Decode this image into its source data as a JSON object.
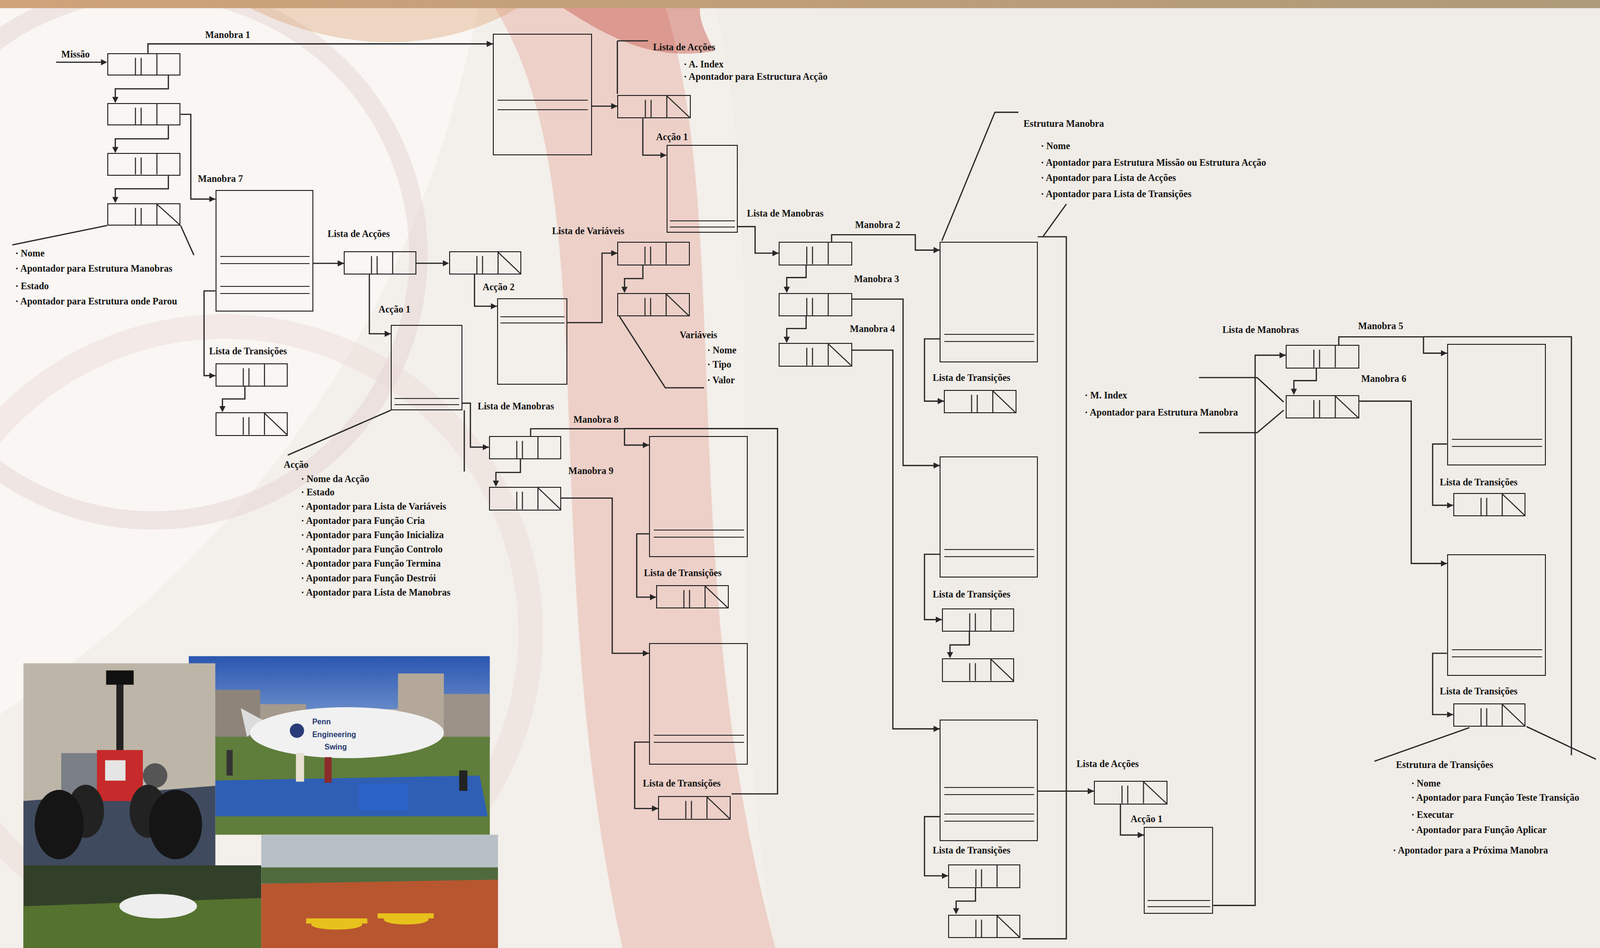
{
  "diagram": {
    "nodes": [
      {
        "text": [
          "Missão"
        ]
      },
      {
        "text": [
          "Manobra 1"
        ]
      },
      {
        "text": [
          "Lista de Acções"
        ]
      },
      {
        "text": [
          "Acção 1"
        ]
      },
      {
        "text": [
          "Lista de Manobras"
        ]
      },
      {
        "text": [
          "Manobra 2"
        ]
      },
      {
        "text": [
          "Lista de Transições"
        ]
      },
      {
        "text": [
          "Manobra 3"
        ]
      },
      {
        "text": [
          "Lista de Transições"
        ]
      },
      {
        "text": [
          "Manobra 4"
        ]
      },
      {
        "text": [
          "Lista de Transições"
        ]
      },
      {
        "text": [
          "Lista de Acções"
        ]
      },
      {
        "text": [
          "Acção 1"
        ]
      },
      {
        "text": [
          "Lista de Manobras"
        ]
      },
      {
        "text": [
          "Manobra 5"
        ]
      },
      {
        "text": [
          "Lista de Transições"
        ]
      },
      {
        "text": [
          "Manobra 6"
        ]
      },
      {
        "text": [
          "Lista de Transições"
        ]
      },
      {
        "text": [
          "Manobra 7"
        ]
      },
      {
        "text": [
          "Lista de Acções"
        ]
      },
      {
        "text": [
          "Acção 1"
        ]
      },
      {
        "text": [
          "Acção 2"
        ]
      },
      {
        "text": [
          "Lista de Variáveis"
        ]
      },
      {
        "text": [
          "Lista de Transições"
        ]
      },
      {
        "text": [
          "Lista de Manobras"
        ]
      },
      {
        "text": [
          "Manobra 8"
        ]
      },
      {
        "text": [
          "Lista de Transições"
        ]
      },
      {
        "text": [
          "Manobra 9"
        ]
      },
      {
        "text": [
          "Lista de Transições"
        ]
      }
    ],
    "edges": [
      {
        "from": 0,
        "to": 1,
        "arrow": "to"
      },
      {
        "from": 0,
        "to": 18,
        "arrow": "to"
      },
      {
        "from": 1,
        "to": 2,
        "arrow": "to"
      },
      {
        "from": 2,
        "to": 3,
        "arrow": "to"
      },
      {
        "from": 3,
        "to": 4,
        "arrow": "to"
      },
      {
        "from": 4,
        "to": 5,
        "arrow": "to"
      },
      {
        "from": 4,
        "to": 7,
        "arrow": "to"
      },
      {
        "from": 4,
        "to": 9,
        "arrow": "to"
      },
      {
        "from": 5,
        "to": 6,
        "arrow": "to"
      },
      {
        "from": 7,
        "to": 8,
        "arrow": "to"
      },
      {
        "from": 9,
        "to": 10,
        "arrow": "to"
      },
      {
        "from": 9,
        "to": 11,
        "arrow": "to"
      },
      {
        "from": 11,
        "to": 12,
        "arrow": "to"
      },
      {
        "from": 12,
        "to": 13,
        "arrow": "to"
      },
      {
        "from": 13,
        "to": 14,
        "arrow": "to"
      },
      {
        "from": 13,
        "to": 16,
        "arrow": "to"
      },
      {
        "from": 14,
        "to": 15,
        "arrow": "to"
      },
      {
        "from": 16,
        "to": 17,
        "arrow": "to"
      },
      {
        "from": 18,
        "to": 19,
        "arrow": "to"
      },
      {
        "from": 18,
        "to": 23,
        "arrow": "to"
      },
      {
        "from": 19,
        "to": 20,
        "arrow": "to"
      },
      {
        "from": 19,
        "to": 21,
        "arrow": "to"
      },
      {
        "from": 21,
        "to": 22,
        "arrow": "to"
      },
      {
        "from": 20,
        "to": 24,
        "arrow": "to"
      },
      {
        "from": 24,
        "to": 25,
        "arrow": "to"
      },
      {
        "from": 24,
        "to": 27,
        "arrow": "to"
      },
      {
        "from": 25,
        "to": 26,
        "arrow": "to"
      },
      {
        "from": 27,
        "to": 28,
        "arrow": "to"
      }
    ],
    "labels": [
      "· Nome",
      "· Apontador para Estrutura Manobras",
      "· Estado",
      "· Apontador para Estrutura onde Parou",
      "· A. Index",
      "· Apontador para Estructura Acção",
      "Estrutura Manobra",
      "· Nome",
      "· Apontador para Estrutura Missão ou Estrutura Acção",
      "· Apontador para Lista de Acções",
      "· Apontador para Lista de Transições",
      "Variáveis",
      "· Nome",
      "· Tipo",
      "· Valor",
      "Acção",
      "· Nome da Acção",
      "· Estado",
      "· Apontador para Lista de Variáveis",
      "· Apontador para Função Cria",
      "· Apontador para Função Inicializa",
      "· Apontador para Função Controlo",
      "· Apontador para Função Termina",
      "· Apontador para Função Destrói",
      "· Apontador para Lista de Manobras",
      "· M. Index",
      "· Apontador para Estrutura Manobra",
      "Estrutura de Transições",
      "· Nome",
      "· Apontador para Função Teste Transição",
      "· Executar",
      "· Apontador para Função Aplicar",
      "· Apontador para a Próxima Manobra",
      "Penn",
      "Engineering",
      "Swing"
    ]
  }
}
